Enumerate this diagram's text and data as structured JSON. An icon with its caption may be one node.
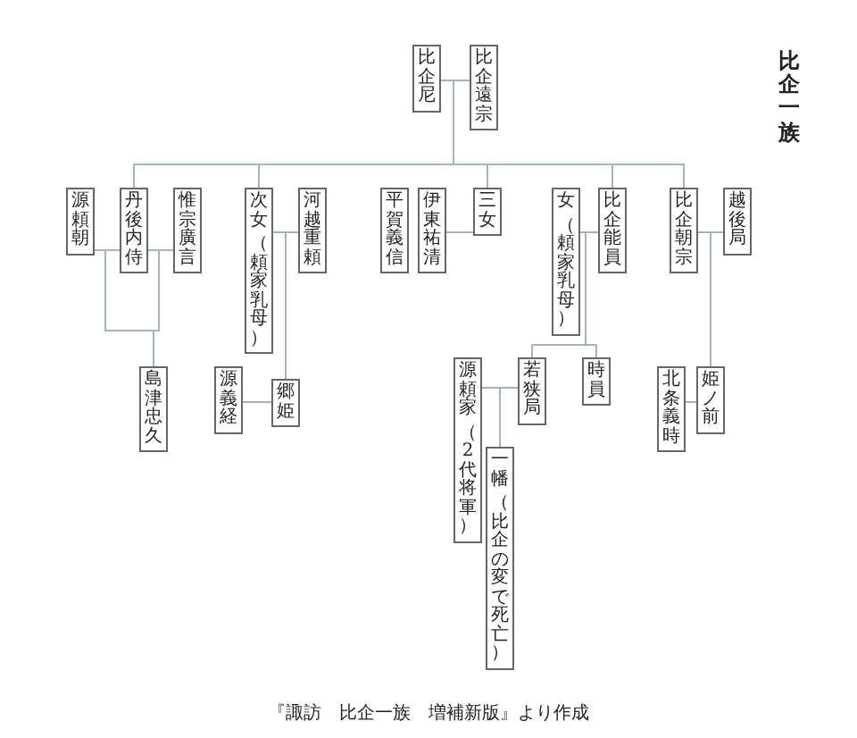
{
  "diagram": {
    "title": "比企一族",
    "caption": "『諏訪　比企一族　増補新版』より作成",
    "nodes": [
      {
        "text": [
          "比企尼"
        ]
      },
      {
        "text": [
          "比企遠宗"
        ]
      },
      {
        "text": [
          "源頼朝"
        ]
      },
      {
        "text": [
          "丹後内侍"
        ]
      },
      {
        "text": [
          "惟宗廣言"
        ]
      },
      {
        "text": [
          "次女",
          "（頼家乳母）"
        ]
      },
      {
        "text": [
          "河越重頼"
        ]
      },
      {
        "text": [
          "平賀義信"
        ]
      },
      {
        "text": [
          "伊東祐清"
        ]
      },
      {
        "text": [
          "三女"
        ]
      },
      {
        "text": [
          "女",
          "（頼家乳母）"
        ]
      },
      {
        "text": [
          "比企能員"
        ]
      },
      {
        "text": [
          "比企朝宗"
        ]
      },
      {
        "text": [
          "越後局"
        ]
      },
      {
        "text": [
          "島津忠久"
        ]
      },
      {
        "text": [
          "源義経"
        ]
      },
      {
        "text": [
          "郷姫"
        ]
      },
      {
        "text": [
          "源頼家",
          "（2代将軍）"
        ]
      },
      {
        "text": [
          "若狭局"
        ]
      },
      {
        "text": [
          "時員"
        ]
      },
      {
        "text": [
          "北条義時"
        ]
      },
      {
        "text": [
          "姫ノ前"
        ]
      },
      {
        "text": [
          "一幡",
          "（比企の変で死亡）"
        ]
      }
    ],
    "edges": [
      {
        "from": 0,
        "to": 1,
        "arrow": "none"
      },
      {
        "from": 1,
        "to": 3,
        "arrow": "none"
      },
      {
        "from": 1,
        "to": 5,
        "arrow": "none"
      },
      {
        "from": 1,
        "to": 9,
        "arrow": "none"
      },
      {
        "from": 1,
        "to": 11,
        "arrow": "none"
      },
      {
        "from": 1,
        "to": 12,
        "arrow": "none"
      },
      {
        "from": 2,
        "to": 3,
        "arrow": "none"
      },
      {
        "from": 3,
        "to": 4,
        "arrow": "none"
      },
      {
        "from": 2,
        "to": 14,
        "arrow": "none"
      },
      {
        "from": 4,
        "to": 14,
        "arrow": "none"
      },
      {
        "from": 5,
        "to": 6,
        "arrow": "none"
      },
      {
        "from": 6,
        "to": 16,
        "arrow": "none"
      },
      {
        "from": 15,
        "to": 16,
        "arrow": "none"
      },
      {
        "from": 8,
        "to": 9,
        "arrow": "none"
      },
      {
        "from": 10,
        "to": 11,
        "arrow": "none"
      },
      {
        "from": 11,
        "to": 18,
        "arrow": "none"
      },
      {
        "from": 11,
        "to": 19,
        "arrow": "none"
      },
      {
        "from": 17,
        "to": 18,
        "arrow": "none"
      },
      {
        "from": 18,
        "to": 22,
        "arrow": "none"
      },
      {
        "from": 12,
        "to": 13,
        "arrow": "none"
      },
      {
        "from": 12,
        "to": 21,
        "arrow": "none"
      },
      {
        "from": 20,
        "to": 21,
        "arrow": "none"
      }
    ]
  }
}
